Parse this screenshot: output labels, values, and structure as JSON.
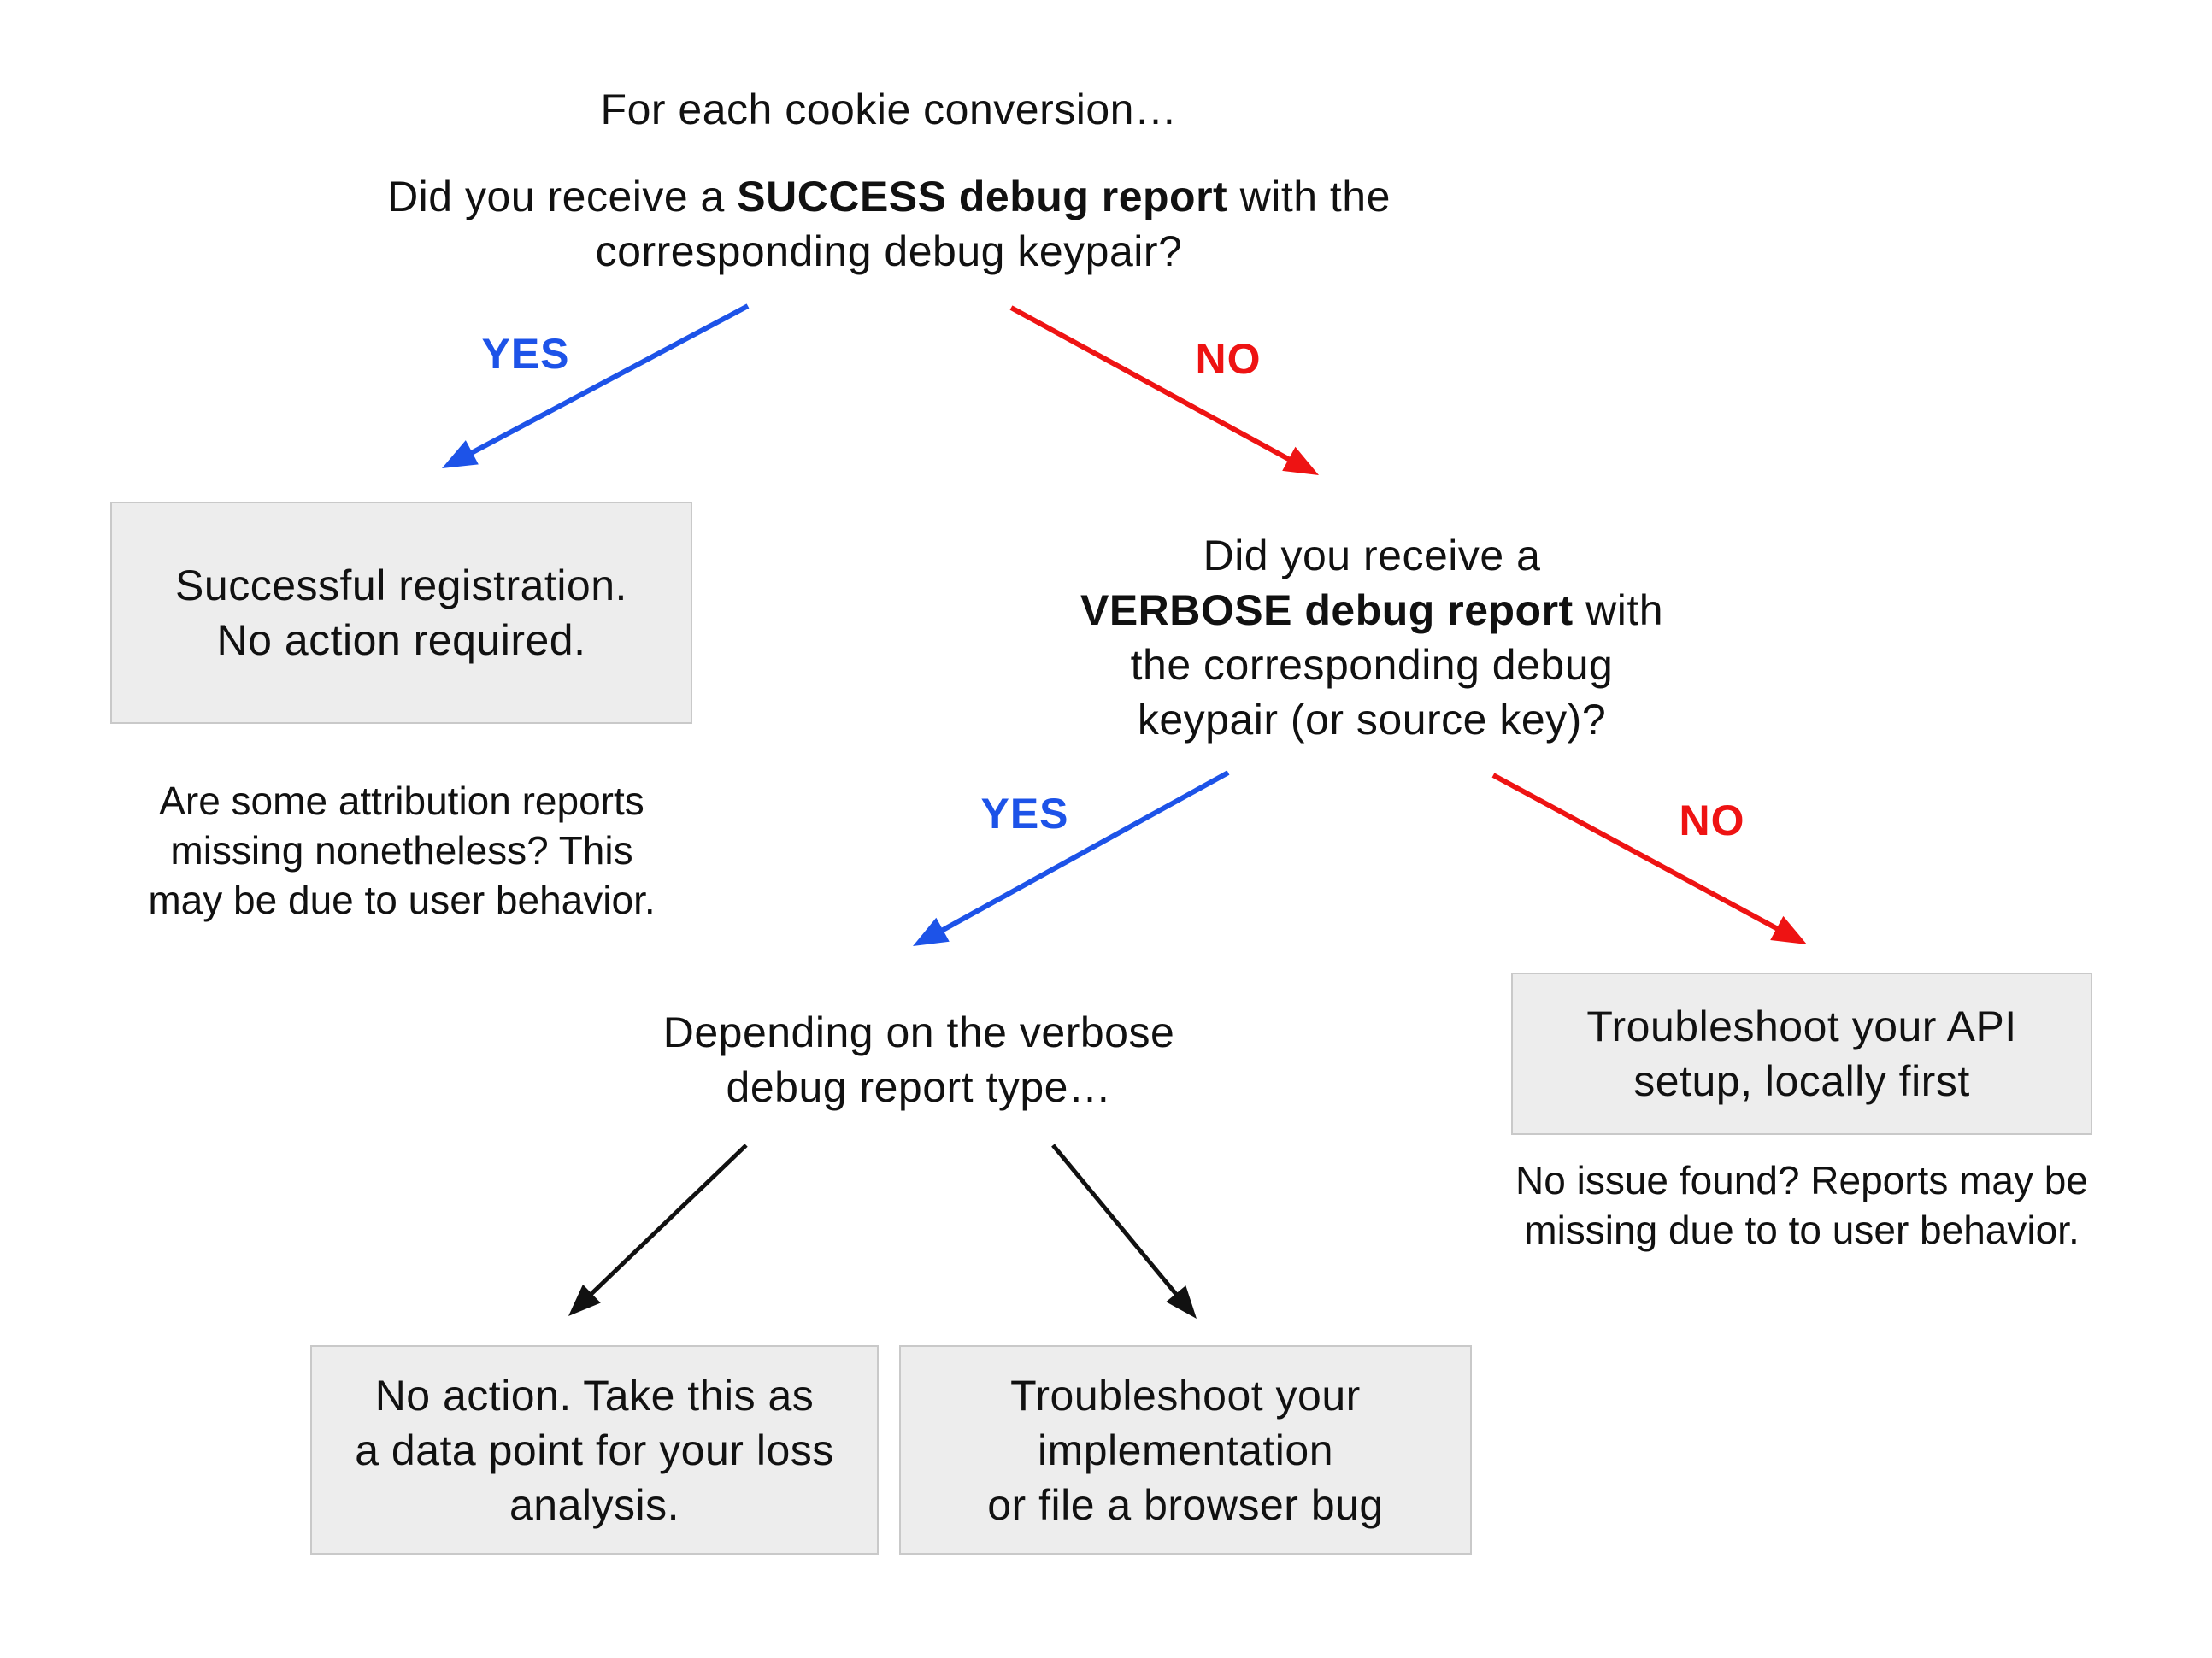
{
  "colors": {
    "yes_blue": "#1d53e8",
    "no_red": "#ee1313",
    "arrow_black": "#111111",
    "box_bg": "#ededed",
    "box_border": "#c9c9c9",
    "text": "#111111",
    "background": "#ffffff"
  },
  "root_question": {
    "intro": "For each cookie conversion…",
    "q_pre": "Did you receive a ",
    "q_bold": "SUCCESS debug report",
    "q_post": " with the",
    "q_line2": "corresponding debug keypair?"
  },
  "branch1": {
    "yes_label": "YES",
    "no_label": "NO"
  },
  "success_box": {
    "line1": "Successful registration.",
    "line2": "No action required."
  },
  "success_note": {
    "line1": "Are some attribution reports",
    "line2": "missing nonetheless? This",
    "line3": "may be due to user behavior."
  },
  "verbose_question": {
    "line1": "Did you receive a",
    "line2_bold": "VERBOSE debug report",
    "line2_post": " with",
    "line3": "the corresponding debug",
    "line4": "keypair (or source key)?"
  },
  "branch2": {
    "yes_label": "YES",
    "no_label": "NO"
  },
  "depending_node": {
    "line1": "Depending on the verbose",
    "line2": "debug report type…"
  },
  "noaction_box": {
    "line1": "No action. Take this as",
    "line2": "a data point for your loss",
    "line3": "analysis."
  },
  "impl_box": {
    "line1": "Troubleshoot your",
    "line2": "implementation",
    "line3": "or file a browser bug"
  },
  "api_box": {
    "line1": "Troubleshoot your API",
    "line2": "setup, locally first"
  },
  "api_note": {
    "line1": "No issue found? Reports may be",
    "line2": "missing due to to user behavior."
  }
}
